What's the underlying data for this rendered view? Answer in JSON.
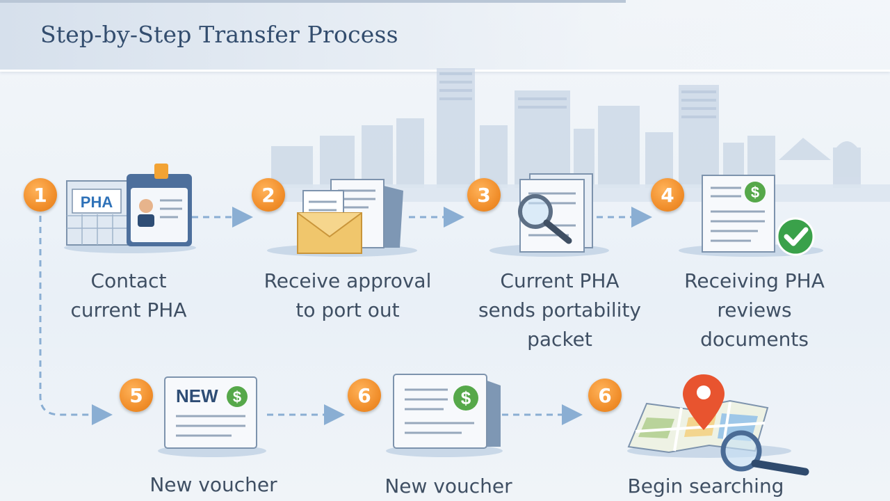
{
  "header": {
    "title": "Step-by-Step Transfer Process"
  },
  "steps": [
    {
      "number": "1",
      "label": "Contact\ncurrent PHA",
      "icon": "pha-office-id-icon",
      "icon_text": "PHA"
    },
    {
      "number": "2",
      "label": "Receive approval\nto port out",
      "icon": "envelope-documents-icon"
    },
    {
      "number": "3",
      "label": "Current PHA\nsends portability\npacket",
      "icon": "documents-magnifier-icon"
    },
    {
      "number": "4",
      "label": "Receiving PHA\nreviews\ndocuments",
      "icon": "approved-document-icon"
    },
    {
      "number": "5",
      "label": "New voucher",
      "icon": "new-voucher-icon",
      "icon_text": "NEW"
    },
    {
      "number": "6",
      "label": "New voucher",
      "icon": "voucher-document-icon"
    },
    {
      "number": "6",
      "label": "Begin searching",
      "icon": "map-search-icon"
    }
  ],
  "colors": {
    "badge": "#f18f2c",
    "accent_green": "#3aa14a",
    "arrow": "#8aaed3",
    "title": "#334d6e"
  }
}
